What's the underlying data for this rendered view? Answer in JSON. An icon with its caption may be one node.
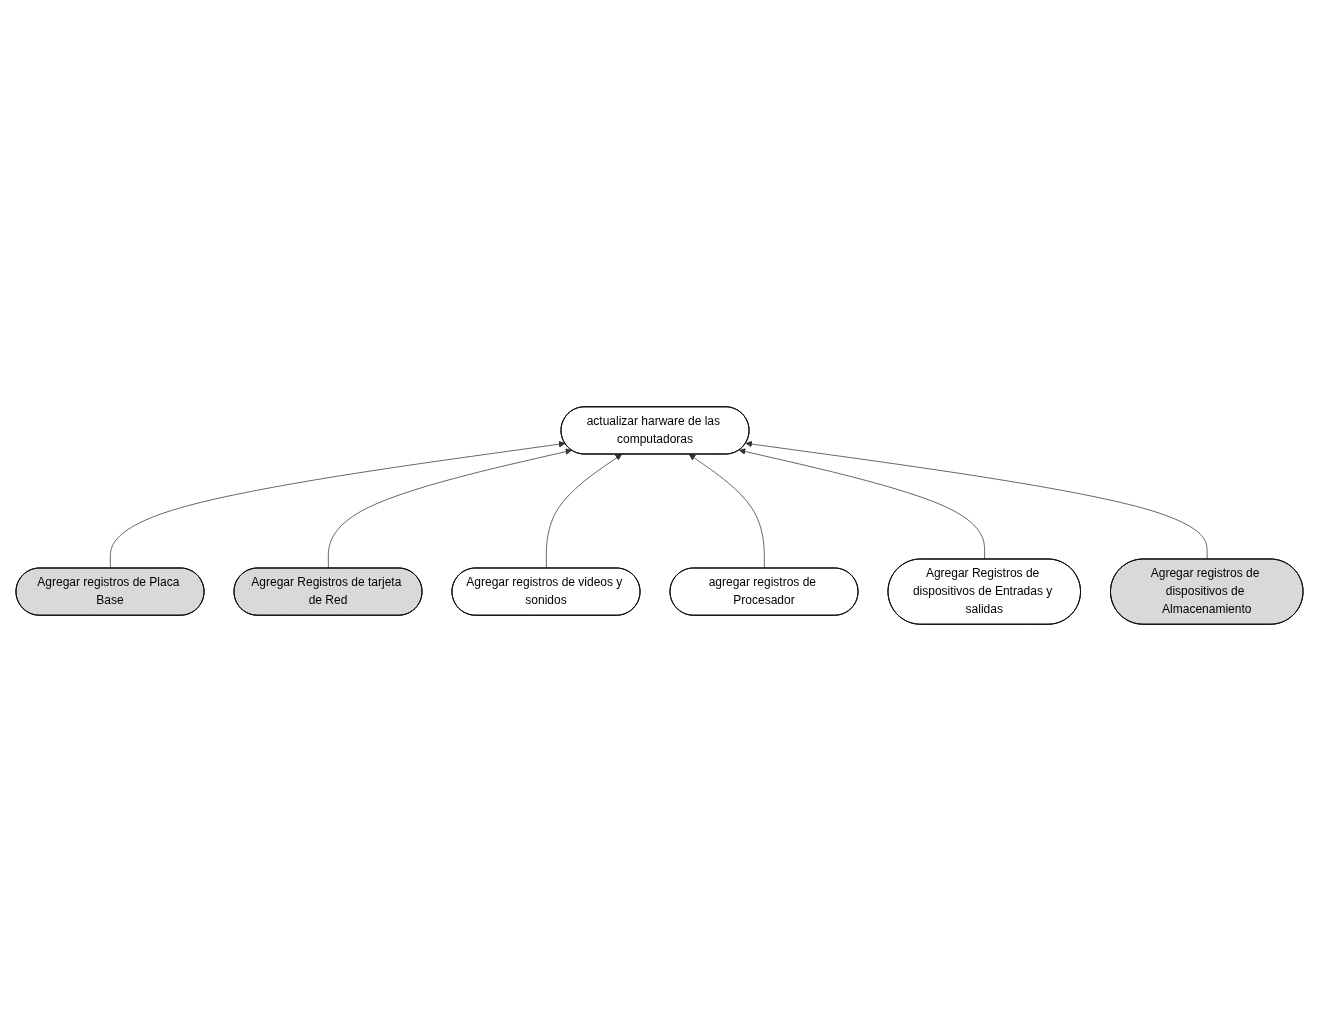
{
  "diagram": {
    "nodes": [
      {
        "text": [
          "actualizar harware de las computadoras"
        ]
      },
      {
        "text": [
          "Agregar registros de Placa Base"
        ]
      },
      {
        "text": [
          "Agregar Registros de tarjeta de Red"
        ]
      },
      {
        "text": [
          "Agregar registros de videos y sonidos"
        ]
      },
      {
        "text": [
          "agregar registros de Procesador"
        ]
      },
      {
        "text": [
          "Agregar Registros de dispositivos de Entradas y salidas"
        ]
      },
      {
        "text": [
          "Agregar registros de dispositivos de Almacenamiento"
        ]
      }
    ],
    "edges": [
      {
        "from": 1,
        "to": 0,
        "arrow": "to"
      },
      {
        "from": 2,
        "to": 0,
        "arrow": "to"
      },
      {
        "from": 3,
        "to": 0,
        "arrow": "to"
      },
      {
        "from": 4,
        "to": 0,
        "arrow": "to"
      },
      {
        "from": 5,
        "to": 0,
        "arrow": "to"
      },
      {
        "from": 6,
        "to": 0,
        "arrow": "to"
      }
    ]
  }
}
